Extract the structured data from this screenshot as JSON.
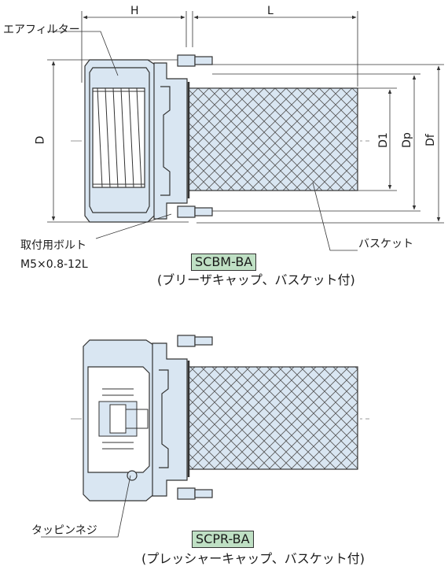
{
  "labels": {
    "dim_h": "H",
    "dim_l": "L",
    "dim_d": "D",
    "dim_d1": "D1",
    "dim_dp": "Dp",
    "dim_df": "Df",
    "air_filter": "エアフィルター",
    "mounting_bolt": "取付用ボルト",
    "bolt_spec": "M5×0.8-12L",
    "basket_top": "バスケット",
    "tapping_screw": "タッピンネジ"
  },
  "top_view": {
    "model": "SCBM-BA",
    "caption": "(ブリーザキャップ、バスケット付)"
  },
  "bottom_view": {
    "model": "SCPR-BA",
    "caption": "(プレッシャーキャップ、バスケット付)"
  },
  "colors": {
    "body_fill": "#d9e6f2",
    "line": "#333333",
    "model_badge": "#bfe0c4"
  }
}
